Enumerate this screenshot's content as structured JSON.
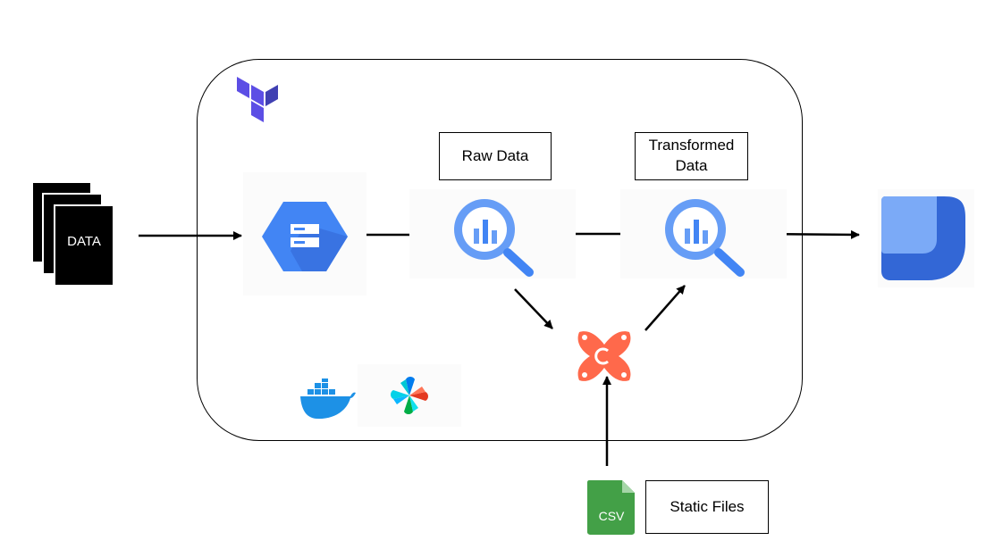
{
  "labels": {
    "data_docs": "DATA",
    "raw_data": "Raw Data",
    "transformed_data": "Transformed Data",
    "static_files": "Static Files",
    "csv": "CSV"
  },
  "icons": {
    "provisioning": "terraform-icon",
    "storage": "cloud-storage-icon",
    "warehouse_raw": "bigquery-icon",
    "warehouse_transformed": "bigquery-icon",
    "transform": "dbt-icon",
    "container": "docker-icon",
    "orchestration": "airflow-icon",
    "dashboard": "looker-studio-icon",
    "file": "csv-file-icon"
  },
  "colors": {
    "terraform": "#5c4ee5",
    "gcs": "#4285f4",
    "bigquery": "#669df6",
    "dbt": "#ff694b",
    "docker": "#1d91e6",
    "looker": "#4285f4",
    "csv": "#43a047"
  }
}
